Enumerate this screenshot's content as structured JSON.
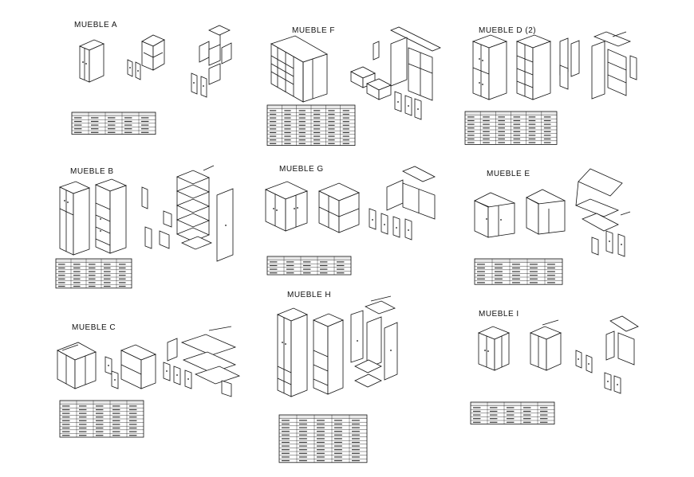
{
  "modules": [
    {
      "key": "a",
      "title": "MUEBLE A"
    },
    {
      "key": "f",
      "title": "MUEBLE F"
    },
    {
      "key": "d",
      "title": "MUEBLE D (2)"
    },
    {
      "key": "b",
      "title": "MUEBLE B"
    },
    {
      "key": "g",
      "title": "MUEBLE G"
    },
    {
      "key": "e",
      "title": "MUEBLE E"
    },
    {
      "key": "c",
      "title": "MUEBLE C"
    },
    {
      "key": "h",
      "title": "MUEBLE H"
    },
    {
      "key": "i",
      "title": "MUEBLE I"
    }
  ]
}
